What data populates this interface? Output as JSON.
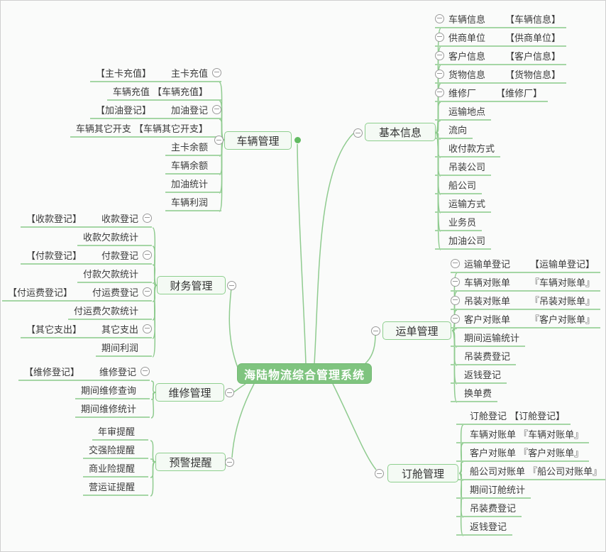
{
  "root": {
    "label": "海陆物流综合管理系统"
  },
  "colors": {
    "root_fill": "#7fc47f",
    "topic_fill": "#f4faf4",
    "topic_border": "#8ecf8e",
    "branch_line": "#a5d6a5",
    "connector_line": "#8fcb8f",
    "collapse_icon_stroke": "#9a9a9a",
    "text": "#3b3b3b",
    "anchor_dot": "#63bb63"
  },
  "branches": [
    {
      "id": "vehicle",
      "label": "车辆管理",
      "side": "left",
      "items": [
        {
          "tag": "【主卡充值】",
          "label": "主卡充值",
          "minus": true
        },
        {
          "label": "车辆充值 【车辆充值】"
        },
        {
          "tag": "【加油登记】",
          "label": "加油登记",
          "minus": true
        },
        {
          "label": "车辆其它开支 【车辆其它开支】"
        },
        {
          "label": "主卡余额"
        },
        {
          "label": "车辆余额"
        },
        {
          "label": "加油统计"
        },
        {
          "label": "车辆利润"
        }
      ]
    },
    {
      "id": "basic",
      "label": "基本信息",
      "side": "right",
      "items": [
        {
          "minus": true,
          "label": "车辆信息",
          "tag": "【车辆信息】"
        },
        {
          "minus": true,
          "label": "供商单位",
          "tag": "【供商单位】"
        },
        {
          "minus": true,
          "label": "客户信息",
          "tag": "【客户信息】"
        },
        {
          "minus": true,
          "label": "货物信息",
          "tag": "【货物信息】"
        },
        {
          "minus": true,
          "label": "维修厂",
          "tag": "【维修厂】"
        },
        {
          "label": "运输地点"
        },
        {
          "label": "流向"
        },
        {
          "label": "收付款方式"
        },
        {
          "label": "吊装公司"
        },
        {
          "label": "船公司"
        },
        {
          "label": "运输方式"
        },
        {
          "label": "业务员"
        },
        {
          "label": "加油公司"
        }
      ]
    },
    {
      "id": "finance",
      "label": "财务管理",
      "side": "left",
      "items": [
        {
          "tag": "【收款登记】",
          "label": "收款登记",
          "minus": true
        },
        {
          "label": "收款欠款统计"
        },
        {
          "tag": "【付款登记】",
          "label": "付款登记",
          "minus": true
        },
        {
          "label": "付款欠款统计"
        },
        {
          "tag": "【付运费登记】",
          "label": "付运费登记",
          "minus": true
        },
        {
          "label": "付运费欠款统计"
        },
        {
          "tag": "【其它支出】",
          "label": "其它支出",
          "minus": true
        },
        {
          "label": "期间利润"
        }
      ]
    },
    {
      "id": "waybill",
      "label": "运单管理",
      "side": "right",
      "items": [
        {
          "minus": true,
          "label": "运输单登记",
          "tag": "【运输单登记】"
        },
        {
          "minus": true,
          "label": "车辆对账单",
          "tag": "『车辆对账单』"
        },
        {
          "minus": true,
          "label": "吊装对账单",
          "tag": "『吊装对账单』"
        },
        {
          "minus": true,
          "label": "客户对账单",
          "tag": "『客户对账单』"
        },
        {
          "label": "期间运输统计"
        },
        {
          "label": "吊装费登记"
        },
        {
          "label": "返钱登记"
        },
        {
          "label": "换单费"
        }
      ]
    },
    {
      "id": "repair",
      "label": "维修管理",
      "side": "left",
      "items": [
        {
          "tag": "【维修登记】",
          "label": "维修登记",
          "minus": true
        },
        {
          "label": "期间维修查询"
        },
        {
          "label": "期间维修统计"
        }
      ]
    },
    {
      "id": "alert",
      "label": "预警提醒",
      "side": "left",
      "items": [
        {
          "label": "年审提醒"
        },
        {
          "label": "交强险提醒"
        },
        {
          "label": "商业险提醒"
        },
        {
          "label": "营运证提醒"
        }
      ]
    },
    {
      "id": "booking",
      "label": "订舱管理",
      "side": "right",
      "items": [
        {
          "label": "订舱登记 【订舱登记】"
        },
        {
          "label": "车辆对账单 『车辆对账单』"
        },
        {
          "label": "客户对账单 『客户对账单』"
        },
        {
          "label": "船公司对账单 『船公司对账单』"
        },
        {
          "label": "期间订舱统计"
        },
        {
          "label": "吊装费登记"
        },
        {
          "label": "返钱登记"
        }
      ]
    }
  ]
}
